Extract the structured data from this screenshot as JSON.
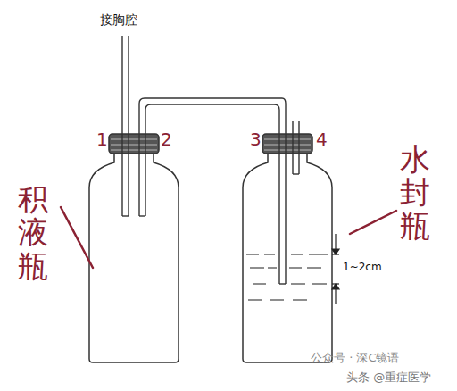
{
  "diagram": {
    "labels": [
      "接胸腔",
      "1",
      "2",
      "3",
      "4",
      "积液瓶",
      "水封瓶",
      "1~2cm",
      "公众号 · 深C镜语",
      "头条 @重症医学"
    ]
  }
}
